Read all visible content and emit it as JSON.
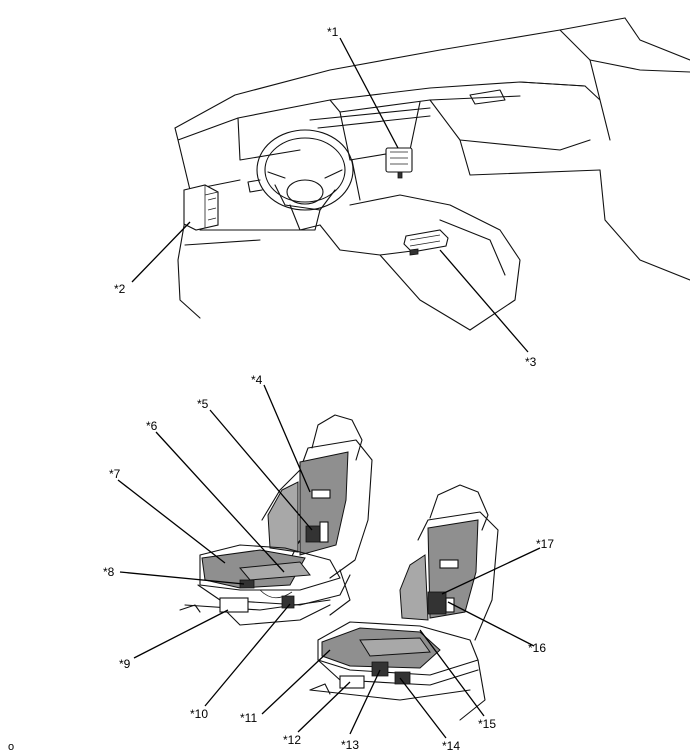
{
  "callouts": {
    "c1": "*1",
    "c2": "*2",
    "c3": "*3",
    "c4": "*4",
    "c5": "*5",
    "c6": "*6",
    "c7": "*7",
    "c8": "*8",
    "c9": "*9",
    "c10": "*10",
    "c11": "*11",
    "c12": "*12",
    "c13": "*13",
    "c14": "*14",
    "c15": "*15",
    "c16": "*16",
    "c17": "*17"
  },
  "corner_mark": "o"
}
